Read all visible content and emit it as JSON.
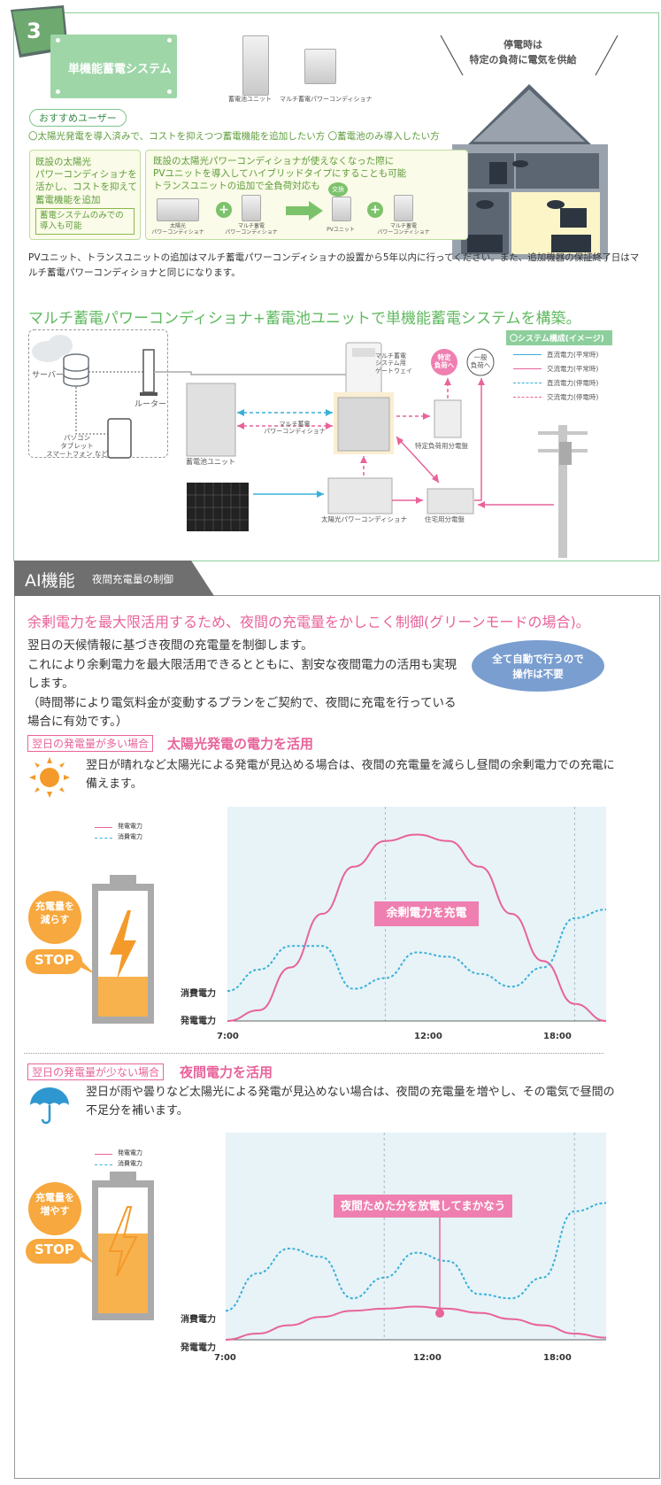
{
  "section1": {
    "badge": "3",
    "title": "単機能蓄電システム",
    "device_labels": [
      "蓄電池ユニット",
      "マルチ蓄電パワーコンディショナ"
    ],
    "outage_label": "停電時は\n特定の負荷に電気を供給",
    "recommended_label": "おすすめユーザー",
    "recommended_text": "〇太陽光発電を導入済みで、コストを抑えつつ蓄電機能を追加したい方 〇蓄電池のみ導入したい方",
    "box1_text": "既設の太陽光\nパワーコンディショナを\n活かし、コストを抑えて\n蓄電機能を追加",
    "box1_sub": "蓄電システムのみでの\n導入も可能",
    "box2_text": "既設の太陽光パワーコンディショナが使えなくなった際に\nPVユニットを導入してハイブリッドタイプにすることも可能\nトランスユニットの追加で全負荷対応も",
    "swap_label": "交換",
    "box2_items": [
      "太陽光\nパワーコンディショナ",
      "マルチ蓄電\nパワーコンディショナ",
      "PVユニット",
      "マルチ蓄電\nパワーコンディショナ"
    ],
    "note": "PVユニット、トランスユニットの追加はマルチ蓄電パワーコンディショナの設置から5年以内に行ってください。また、追加機器の保証終了日はマルチ蓄電パワーコンディショナと同じになります。",
    "heading": "マルチ蓄電パワーコンディショナ+蓄電池ユニットで単機能蓄電システムを構築。",
    "diagram": {
      "server": "サーバー",
      "router": "ルーター",
      "devices": "パソコン\nタブレット\nスマートフォン など",
      "gateway": "マルチ蓄電\nシステム用\nゲートウェイ",
      "specific_load": "特定\n負荷へ",
      "general_load": "一般\n負荷へ",
      "battery": "蓄電池ユニット",
      "multi_pc": "マルチ蓄電\nパワーコンディショナ",
      "specific_panel": "特定負荷用分電盤",
      "solar_pc": "太陽光パワーコンディショナ",
      "home_panel": "住宅用分電盤"
    },
    "legend_title": "〇システム構成(イメージ)",
    "legend": [
      {
        "label": "直流電力(平常時)",
        "color": "#3ab0d8",
        "dash": false
      },
      {
        "label": "交流電力(平常時)",
        "color": "#e8639a",
        "dash": false
      },
      {
        "label": "直流電力(停電時)",
        "color": "#3ab0d8",
        "dash": true
      },
      {
        "label": "交流電力(停電時)",
        "color": "#e8639a",
        "dash": true
      }
    ]
  },
  "section2": {
    "tab_title": "AI機能",
    "tab_sub": "夜間充電量の制御",
    "heading": "余剰電力を最大限活用するため、夜間の充電量をかしこく制御(グリーンモードの場合)。",
    "intro": "翌日の天候情報に基づき夜間の充電量を制御します。\nこれにより余剰電力を最大限活用できるとともに、割安な夜間電力の活用も実現します。\n（時間帯により電気料金が変動するプランをご契約で、夜間に充電を行っている場合に有効です。）",
    "auto_bubble": "全て自動で行うので\n操作は不要",
    "case1": {
      "tag": "翌日の発電量が多い場合",
      "title": "太陽光発電の電力を活用",
      "text": "翌日が晴れなど太陽光による発電が見込める場合は、夜間の充電量を減らし昼間の余剰電力での充電に備えます。",
      "circle": "充電量を\n減らす",
      "stop": "STOP",
      "callout": "余剰電力を充電"
    },
    "case2": {
      "tag": "翌日の発電量が少ない場合",
      "title": "夜間電力を活用",
      "text": "翌日が雨や曇りなど太陽光による発電が見込めない場合は、夜間の充電量を増やし、その電気で昼間の不足分を補います。",
      "circle": "充電量を\n増やす",
      "stop": "STOP",
      "callout": "夜間ためた分を放電してまかなう"
    },
    "chart_legend": [
      "発電電力",
      "消費電力"
    ],
    "y_labels": [
      "消費電力",
      "発電電力"
    ],
    "x_ticks": [
      "7:00",
      "12:00",
      "18:00"
    ]
  },
  "chart_data": [
    {
      "type": "line",
      "title": "",
      "x_ticks": [
        "7:00",
        "12:00",
        "18:00"
      ],
      "y_labels": [
        "消費電力",
        "発電電力"
      ],
      "series": [
        {
          "name": "発電電力",
          "color": "#e8639a",
          "style": "solid",
          "x": [
            7,
            8,
            9,
            10,
            11,
            12,
            13,
            14,
            15,
            16,
            17,
            18,
            19
          ],
          "y": [
            0,
            0.05,
            0.25,
            0.5,
            0.72,
            0.84,
            0.87,
            0.84,
            0.72,
            0.5,
            0.28,
            0.08,
            0
          ]
        },
        {
          "name": "消費電力",
          "color": "#3ab0d8",
          "style": "dashed",
          "x": [
            7,
            8,
            9,
            10,
            11,
            12,
            13,
            14,
            15,
            16,
            17,
            18,
            19
          ],
          "y": [
            0.14,
            0.24,
            0.35,
            0.35,
            0.15,
            0.2,
            0.32,
            0.3,
            0.22,
            0.16,
            0.25,
            0.48,
            0.52
          ]
        }
      ],
      "annotation": "余剰電力を充電"
    },
    {
      "type": "line",
      "title": "",
      "x_ticks": [
        "7:00",
        "12:00",
        "18:00"
      ],
      "y_labels": [
        "消費電力",
        "発電電力"
      ],
      "series": [
        {
          "name": "発電電力",
          "color": "#e8639a",
          "style": "solid",
          "x": [
            7,
            8,
            9,
            10,
            11,
            12,
            13,
            14,
            15,
            16,
            17,
            18,
            19
          ],
          "y": [
            0,
            0.03,
            0.07,
            0.11,
            0.14,
            0.15,
            0.16,
            0.15,
            0.13,
            0.1,
            0.07,
            0.03,
            0.01
          ]
        },
        {
          "name": "消費電力",
          "color": "#3ab0d8",
          "style": "dashed",
          "x": [
            7,
            8,
            9,
            10,
            11,
            12,
            13,
            14,
            15,
            16,
            17,
            18,
            19
          ],
          "y": [
            0.14,
            0.32,
            0.44,
            0.4,
            0.2,
            0.3,
            0.42,
            0.38,
            0.22,
            0.2,
            0.3,
            0.62,
            0.66
          ]
        }
      ],
      "annotation": "夜間ためた分を放電してまかなう"
    }
  ]
}
